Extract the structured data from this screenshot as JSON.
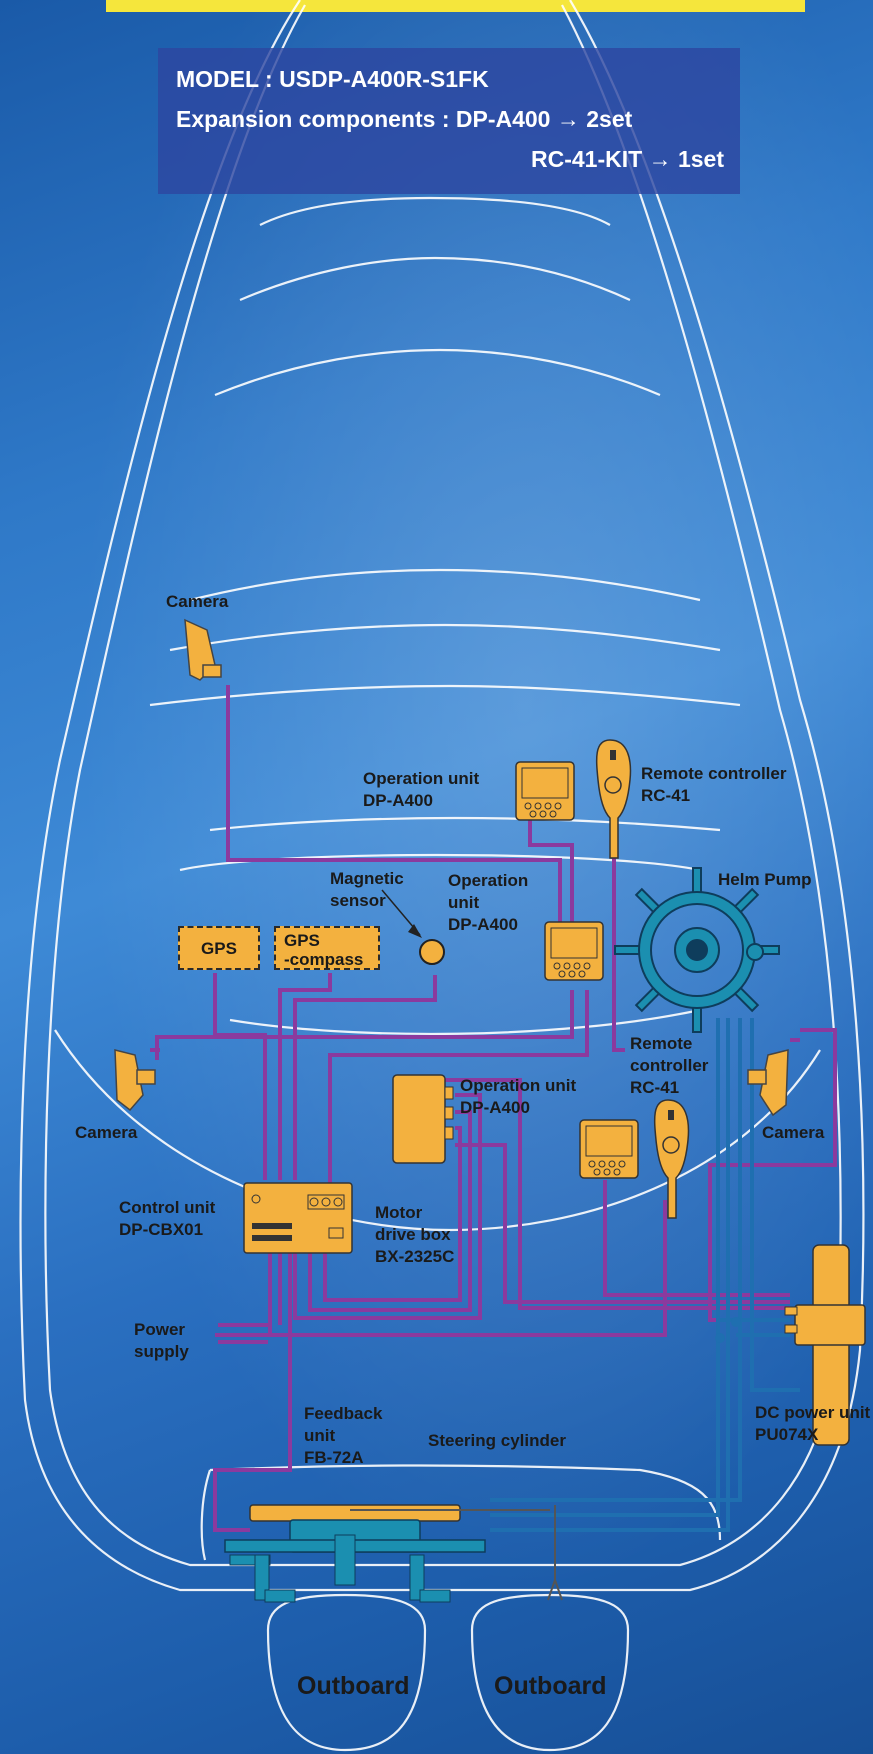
{
  "header": {
    "model_line": "MODEL : USDP-A400R-S1FK",
    "expansion_line": "Expansion components : DP-A400 → 2set",
    "kit_line": "RC-41-KIT → 1set"
  },
  "labels": {
    "camera_top": "Camera",
    "camera_left": "Camera",
    "camera_right": "Camera",
    "op_unit_1": [
      "Operation unit",
      "DP-A400"
    ],
    "remote_1": [
      "Remote controller",
      "RC-41"
    ],
    "magnetic_sensor": [
      "Magnetic",
      "sensor"
    ],
    "op_unit_2": [
      "Operation",
      "unit",
      "DP-A400"
    ],
    "helm_pump": "Helm Pump",
    "gps": "GPS",
    "gps_compass": [
      "GPS",
      "-compass"
    ],
    "remote_2": [
      "Remote",
      "controller",
      "RC-41"
    ],
    "op_unit_3": [
      "Operation unit",
      "DP-A400"
    ],
    "control_unit": [
      "Control unit",
      "DP-CBX01"
    ],
    "motor_drive": [
      "Motor",
      "drive box",
      "BX-2325C"
    ],
    "power_supply": [
      "Power",
      "supply"
    ],
    "dc_power_unit": [
      "DC power unit",
      "PU074X"
    ],
    "feedback_unit": [
      "Feedback",
      "unit",
      "FB-72A"
    ],
    "steering_cylinder": "Steering cylinder",
    "outboard_left": "Outboard",
    "outboard_right": "Outboard"
  },
  "colors": {
    "banner": "#f5e63c",
    "component": "#f3b13f",
    "signal_cable": "#8b3a9e",
    "hydraulic_line": "#1f6fb0",
    "hull_outline": "#ffffff"
  }
}
